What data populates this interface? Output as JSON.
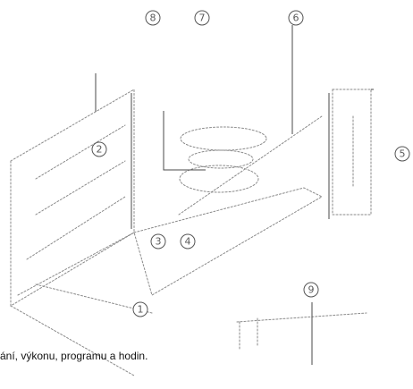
{
  "diagram": {
    "callouts": {
      "c1": "1",
      "c2": "2",
      "c3": "3",
      "c4": "4",
      "c5": "5",
      "c6": "6",
      "c7": "7",
      "c8": "8",
      "c9": "9"
    }
  },
  "caption": {
    "text": "ání, výkonu, programu a hodin."
  }
}
